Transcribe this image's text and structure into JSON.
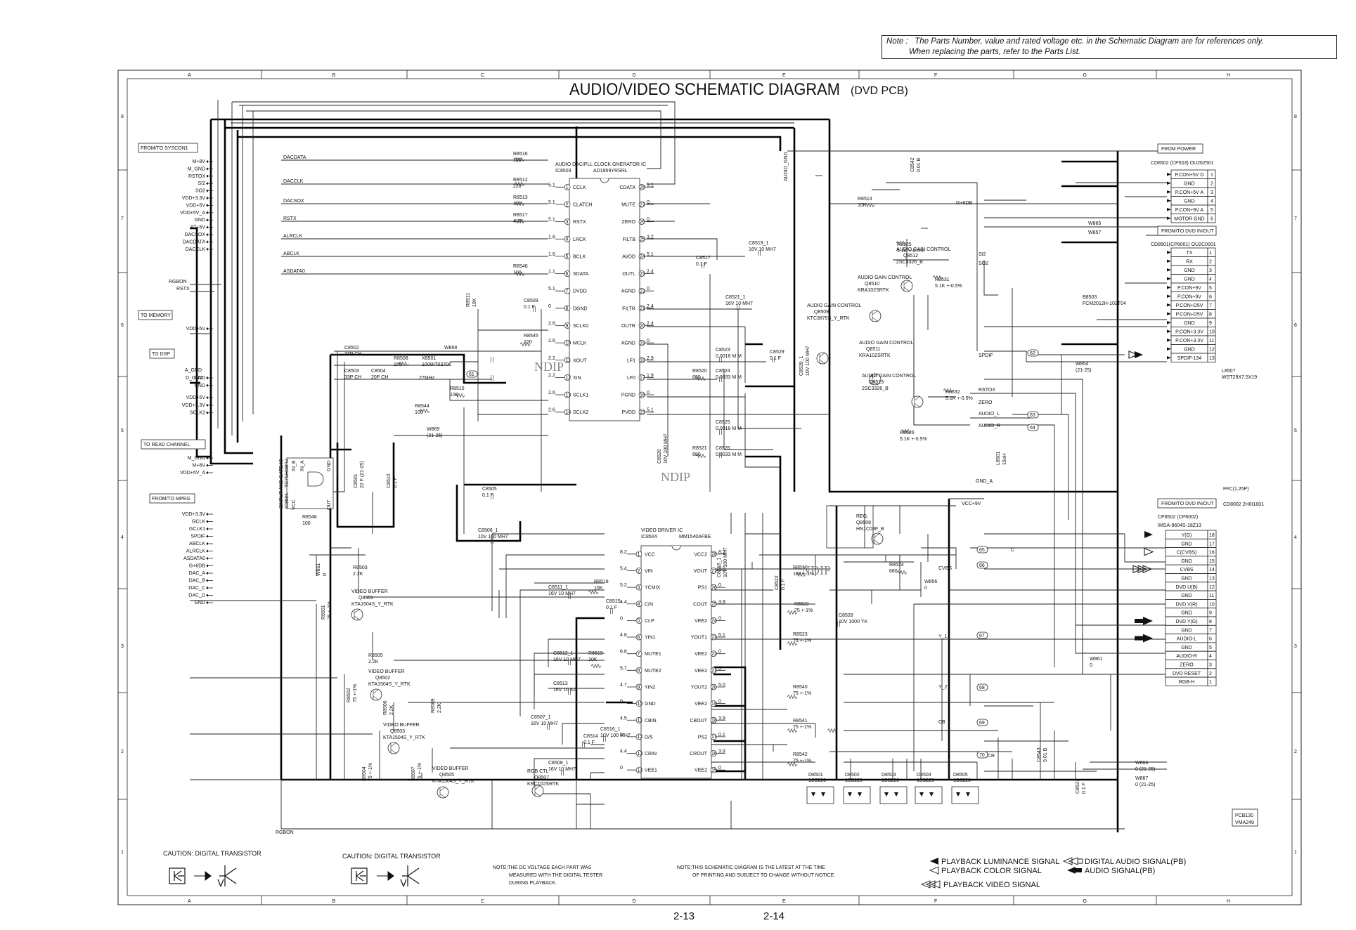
{
  "note": {
    "prefix": "Note :",
    "line1": "The Parts Number, value and rated voltage etc. in the Schematic Diagram are for references only.",
    "line2": "When replacing the parts, refer to the Parts List."
  },
  "title": {
    "main": "AUDIO/VIDEO SCHEMATIC DIAGRAM",
    "sub": "(DVD PCB)"
  },
  "grid": {
    "cols": [
      "A",
      "B",
      "C",
      "D",
      "E",
      "F",
      "G",
      "H"
    ],
    "rows": [
      "8",
      "7",
      "6",
      "5",
      "4",
      "3",
      "2",
      "1"
    ]
  },
  "connectors_left": [
    {
      "label": "FROM/TO SYSCON1",
      "pins": [
        "M+8V",
        "M_GND",
        "RSTOX",
        "SI2",
        "SO2",
        "VDD+3.3V",
        "VDD+5V",
        "VDD+5V_A",
        "GND",
        "AT+5V",
        "DACSOX",
        "DACDATA",
        "DACCLK"
      ]
    },
    {
      "label": "TO MEMORY",
      "pins": [
        "VDD+5V"
      ]
    },
    {
      "label": "TO DSP",
      "pins": [
        "GND",
        "GND",
        "VDD+5V",
        "VDD+3.3V",
        "SCLK2"
      ]
    },
    {
      "label": "TO READ CHANNEL",
      "pins": [
        "M_GND",
        "M+8V",
        "VDD+5V_A"
      ]
    },
    {
      "label": "FROM/TO MPEG",
      "pins": [
        "VDD+3.3V",
        "GCLK",
        "GCLK1",
        "SPDIF",
        "ABCLK",
        "ALRCLK",
        "ASDATA0",
        "G+6DB",
        "DAC_A",
        "DAC_B",
        "DAC_C",
        "DAC_D",
        "GND"
      ]
    }
  ],
  "misc_left": [
    "RGBON",
    "RSTX",
    "A_GND",
    "D_GND"
  ],
  "left_signals": [
    "DACDATA",
    "DACCLK",
    "DACSOX",
    "RSTX",
    "ALRCLK",
    "ABCLK",
    "ASDATA0"
  ],
  "ic_dac": {
    "title": "AUDIO DAC/PLL CLOCK GNERATOR IC",
    "ref": "IC8503",
    "part": "AD1959YRSRL",
    "left_pins": [
      {
        "n": "1",
        "name": "CCLK",
        "v": "5.1"
      },
      {
        "n": "2",
        "name": "CLATCH",
        "v": "5.1"
      },
      {
        "n": "3",
        "name": "RSTX",
        "v": "5.1"
      },
      {
        "n": "4",
        "name": "LRCK",
        "v": "1.6"
      },
      {
        "n": "5",
        "name": "BCLK",
        "v": "1.6"
      },
      {
        "n": "6",
        "name": "SDATA",
        "v": "1.1"
      },
      {
        "n": "7",
        "name": "DVDD",
        "v": "5.1"
      },
      {
        "n": "8",
        "name": "DGND",
        "v": "0"
      },
      {
        "n": "9",
        "name": "SCLK0",
        "v": "2.6"
      },
      {
        "n": "10",
        "name": "MCLK",
        "v": "2.6"
      },
      {
        "n": "11",
        "name": "XOUT",
        "v": "2.2"
      },
      {
        "n": "12",
        "name": "XIN",
        "v": "2.2"
      },
      {
        "n": "13",
        "name": "SCLK1",
        "v": "2.6"
      },
      {
        "n": "14",
        "name": "SCLK2",
        "v": "2.6"
      }
    ],
    "right_pins": [
      {
        "n": "28",
        "name": "CDATA",
        "v": "5.1"
      },
      {
        "n": "27",
        "name": "MUTE",
        "v": "0"
      },
      {
        "n": "26",
        "name": "ZERO",
        "v": "0"
      },
      {
        "n": "25",
        "name": "FILTB",
        "v": "3.2"
      },
      {
        "n": "24",
        "name": "AVDD",
        "v": "5.1"
      },
      {
        "n": "23",
        "name": "OUTL",
        "v": "2.4"
      },
      {
        "n": "22",
        "name": "AGND",
        "v": "0"
      },
      {
        "n": "21",
        "name": "FILTR",
        "v": "2.4"
      },
      {
        "n": "20",
        "name": "OUTR",
        "v": "2.4"
      },
      {
        "n": "19",
        "name": "AGND",
        "v": "0"
      },
      {
        "n": "18",
        "name": "LF1",
        "v": "2.9"
      },
      {
        "n": "17",
        "name": "LF0",
        "v": "1.9"
      },
      {
        "n": "16",
        "name": "PGND",
        "v": "0"
      },
      {
        "n": "15",
        "name": "PVDD",
        "v": "5.1"
      }
    ]
  },
  "ic_video": {
    "title": "VIDEO DRIVER IC",
    "ref": "IC8504",
    "part": "MM1540AFBE",
    "left_pins": [
      {
        "n": "1",
        "name": "VCC",
        "v": "8.2"
      },
      {
        "n": "2",
        "name": "VIN",
        "v": "5.4"
      },
      {
        "n": "3",
        "name": "YCMIX",
        "v": "5.2"
      },
      {
        "n": "4",
        "name": "CIN",
        "v": "4.4"
      },
      {
        "n": "5",
        "name": "CLP",
        "v": "0"
      },
      {
        "n": "6",
        "name": "YIN1",
        "v": "4.8"
      },
      {
        "n": "7",
        "name": "MUTE1",
        "v": "6.8"
      },
      {
        "n": "8",
        "name": "MUTE2",
        "v": "5.7"
      },
      {
        "n": "9",
        "name": "YIN2",
        "v": "4.7"
      },
      {
        "n": "10",
        "name": "GND",
        "v": "0"
      },
      {
        "n": "11",
        "name": "CBIN",
        "v": "4.5"
      },
      {
        "n": "12",
        "name": "D/S",
        "v": "0"
      },
      {
        "n": "13",
        "name": "CRIN",
        "v": "4.4"
      },
      {
        "n": "14",
        "name": "VEE1",
        "v": "0"
      }
    ],
    "right_pins": [
      {
        "n": "28",
        "name": "VCC2",
        "v": "8.2"
      },
      {
        "n": "27",
        "name": "VOUT",
        "v": "5.0"
      },
      {
        "n": "26",
        "name": "PS1",
        "v": "0"
      },
      {
        "n": "25",
        "name": "COUT",
        "v": "3.9"
      },
      {
        "n": "24",
        "name": "VEE2",
        "v": "0"
      },
      {
        "n": "23",
        "name": "YOUT1",
        "v": "5.1"
      },
      {
        "n": "22",
        "name": "VEE2",
        "v": "0"
      },
      {
        "n": "21",
        "name": "VEE2",
        "v": "0"
      },
      {
        "n": "20",
        "name": "YOUT2",
        "v": "5.0"
      },
      {
        "n": "19",
        "name": "VEE2",
        "v": "0"
      },
      {
        "n": "18",
        "name": "CBOUT",
        "v": "3.9"
      },
      {
        "n": "17",
        "name": "PS2",
        "v": "0.1"
      },
      {
        "n": "16",
        "name": "CROUT",
        "v": "3.9"
      },
      {
        "n": "15",
        "name": "VEE2",
        "v": "0"
      }
    ]
  },
  "power_conn": {
    "label": "FROM POWER",
    "part": "CD8502  (CP503) OU262501",
    "pins": [
      {
        "n": "1",
        "name": "P.CON+5V D"
      },
      {
        "n": "2",
        "name": "GND"
      },
      {
        "n": "3",
        "name": "P.CON+5V A"
      },
      {
        "n": "4",
        "name": "GND"
      },
      {
        "n": "5",
        "name": "P.CON+9V A"
      },
      {
        "n": "6",
        "name": "MOTOR GND"
      }
    ]
  },
  "dvd_conn1": {
    "label": "FROM/TO DVD IN/OUT",
    "part": "CD8501(CP8001) OU2C0001",
    "pins": [
      {
        "n": "1",
        "name": "TX"
      },
      {
        "n": "2",
        "name": "RX"
      },
      {
        "n": "3",
        "name": "GND"
      },
      {
        "n": "4",
        "name": "GND"
      },
      {
        "n": "5",
        "name": "P.CON+9V"
      },
      {
        "n": "6",
        "name": "P.CON+9V"
      },
      {
        "n": "7",
        "name": "P.CON+D5V"
      },
      {
        "n": "8",
        "name": "P.CON+D5V"
      },
      {
        "n": "9",
        "name": "GND"
      },
      {
        "n": "10",
        "name": "P.CON+3.3V"
      },
      {
        "n": "11",
        "name": "P.CON+3.3V"
      },
      {
        "n": "12",
        "name": "GND"
      },
      {
        "n": "13",
        "name": "SPDIF-134"
      }
    ]
  },
  "dvd_conn2": {
    "label": "FROM/TO DVD IN/OUT",
    "part1": "CP8502    (CP8002)",
    "part2": "IMSA-9604S-18Z13",
    "ffc": "FFC(1.25P)",
    "ffc_part": "CD8002   2H0I1801",
    "pins": [
      {
        "n": "18",
        "name": "Y(G)"
      },
      {
        "n": "17",
        "name": "GND"
      },
      {
        "n": "16",
        "name": "C(CVBS)"
      },
      {
        "n": "15",
        "name": "GND"
      },
      {
        "n": "14",
        "name": "CVBS"
      },
      {
        "n": "13",
        "name": "GND"
      },
      {
        "n": "12",
        "name": "DVD U(B)"
      },
      {
        "n": "11",
        "name": "GND"
      },
      {
        "n": "10",
        "name": "DVD V(R)"
      },
      {
        "n": "9",
        "name": "GND"
      },
      {
        "n": "8",
        "name": "DVD Y(G)"
      },
      {
        "n": "7",
        "name": "GND"
      },
      {
        "n": "6",
        "name": "AUDIO-L"
      },
      {
        "n": "5",
        "name": "GND"
      },
      {
        "n": "4",
        "name": "AUDIO-R"
      },
      {
        "n": "3",
        "name": "ZERO"
      },
      {
        "n": "2",
        "name": "DVD RESET"
      },
      {
        "n": "1",
        "name": "RGB-H"
      }
    ]
  },
  "components": [
    {
      "ref": "R8516",
      "val": "100"
    },
    {
      "ref": "R8512",
      "val": "220"
    },
    {
      "ref": "R8513",
      "val": "100"
    },
    {
      "ref": "R8517",
      "val": "4.7K"
    },
    {
      "ref": "R8546",
      "val": "100"
    },
    {
      "ref": "C8509",
      "val": "0.1  F"
    },
    {
      "ref": "R8545",
      "val": "100"
    },
    {
      "ref": "R8511",
      "val": "10K"
    },
    {
      "ref": "C8502",
      "val": "33P  CH"
    },
    {
      "ref": "C8503",
      "val": "33P  CH"
    },
    {
      "ref": "R8508",
      "val": "150"
    },
    {
      "ref": "C8504",
      "val": "20P  CH"
    },
    {
      "ref": "X8501",
      "val": "100WT02706"
    },
    {
      "ref": "X8501f",
      "val": "27MHz"
    },
    {
      "ref": "W858",
      "val": ""
    },
    {
      "ref": "R8515",
      "val": "100"
    },
    {
      "ref": "R8544",
      "val": "100"
    },
    {
      "ref": "W869",
      "val": "(21-25)"
    },
    {
      "ref": "C8517",
      "val": "0.1  F"
    },
    {
      "ref": "C8519_1",
      "val": "16V  10   MH7"
    },
    {
      "ref": "C8521_1",
      "val": "16V  10   MH7"
    },
    {
      "ref": "C8523",
      "val": "0.0018  M  M"
    },
    {
      "ref": "C8524",
      "val": "0.0033  M  M"
    },
    {
      "ref": "R8520",
      "val": "680"
    },
    {
      "ref": "C8529",
      "val": "0.1  F"
    },
    {
      "ref": "C8539_1",
      "val": "10V  100   MH7"
    },
    {
      "ref": "C8525",
      "val": "0.0018  M  M"
    },
    {
      "ref": "C8526",
      "val": "0.0033  M  M"
    },
    {
      "ref": "R8521",
      "val": "680"
    },
    {
      "ref": "C8520",
      "val": "10V  100   MH7"
    },
    {
      "ref": "R8514",
      "val": "10K"
    },
    {
      "ref": "C8542",
      "val": "0.01  B"
    },
    {
      "ref": "R8525",
      "val": "5.1K  +-0.5%"
    },
    {
      "ref": "R8531",
      "val": "5.1K  +-0.5%"
    },
    {
      "ref": "R8526",
      "val": "5.1K  +-0.5%"
    },
    {
      "ref": "R8532",
      "val": "5.1K +-0.5%"
    },
    {
      "ref": "C8505",
      "val": "0.1  F"
    },
    {
      "ref": "C8506_1",
      "val": "10V  100  MH7"
    },
    {
      "ref": "C8501",
      "val": "22  F  (21-25)"
    },
    {
      "ref": "C8510",
      "val": "0.1  F"
    },
    {
      "ref": "R8548",
      "val": "100"
    },
    {
      "ref": "W865",
      "val": ""
    },
    {
      "ref": "W857",
      "val": ""
    },
    {
      "ref": "B8503",
      "val": "FCM2012H-102T04"
    },
    {
      "ref": "W854",
      "val": "(21-25)"
    },
    {
      "ref": "L8507",
      "val": "WST29X7.5X19"
    },
    {
      "ref": "L8501",
      "val": "15uH"
    },
    {
      "ref": "R8503",
      "val": "2.2K"
    },
    {
      "ref": "R8501",
      "val": "75  +-1%"
    },
    {
      "ref": "W851",
      "val": "0"
    },
    {
      "ref": "R8505",
      "val": "2.2K"
    },
    {
      "ref": "R8502",
      "val": "75  +-1%"
    },
    {
      "ref": "R8506",
      "val": "2.2K"
    },
    {
      "ref": "R8509",
      "val": "2.2K"
    },
    {
      "ref": "R8504",
      "val": "75  +-1%"
    },
    {
      "ref": "R8507",
      "val": "75  +-1%"
    },
    {
      "ref": "C8511_1",
      "val": "16V  10   MH7"
    },
    {
      "ref": "R8518",
      "val": "10K"
    },
    {
      "ref": "C8515",
      "val": "0.1  F"
    },
    {
      "ref": "C8512_1",
      "val": "16V  10   MH7"
    },
    {
      "ref": "R8519",
      "val": "10K"
    },
    {
      "ref": "C8513",
      "val": "16V  10   KA"
    },
    {
      "ref": "C8507_1",
      "val": "16V  10   MH7"
    },
    {
      "ref": "C8516_1",
      "val": "10V  100  MH7"
    },
    {
      "ref": "C8514",
      "val": "0.1  F"
    },
    {
      "ref": "C8508_1",
      "val": "16V  10   MH7"
    },
    {
      "ref": "C8518_1",
      "val": "10V  100  MH7"
    },
    {
      "ref": "C8522",
      "val": "0.1  F"
    },
    {
      "ref": "R8510",
      "val": "150  +-1%"
    },
    {
      "ref": "R8524",
      "val": "680"
    },
    {
      "ref": "W856",
      "val": "0"
    },
    {
      "ref": "R8522",
      "val": "75  +-1%"
    },
    {
      "ref": "C8528",
      "val": "10V  1000  YK"
    },
    {
      "ref": "R8523",
      "val": "75  +-1%"
    },
    {
      "ref": "R8540",
      "val": "75  +-1%"
    },
    {
      "ref": "R8541",
      "val": "75  +-1%"
    },
    {
      "ref": "R8542",
      "val": "75  +-1%"
    },
    {
      "ref": "W861",
      "val": "0"
    },
    {
      "ref": "C8543",
      "val": "0.01  B"
    },
    {
      "ref": "C8537",
      "val": "0.1  F"
    },
    {
      "ref": "W866",
      "val": "0  (21-25)"
    },
    {
      "ref": "W867",
      "val": "0  (21-25)"
    }
  ],
  "transistors": [
    {
      "ref": "Q8512",
      "label": "AUDIO GAIN CONTROL",
      "part": "2SC3326_B"
    },
    {
      "ref": "Q8510",
      "label": "AUDIO GAIN CONTROL",
      "part": "KRA102SRTK"
    },
    {
      "ref": "Q8509",
      "label": "AUDIO GAIN CONTROL",
      "part": "KTC3875S_Y_RTK"
    },
    {
      "ref": "Q8511",
      "label": "AUDIO GAIN CONTROL",
      "part": "KRA102SRTK"
    },
    {
      "ref": "Q8513",
      "label": "AUDIO GAIN CONTROL",
      "part": "2SC3326_B"
    },
    {
      "ref": "Q8501",
      "label": "VIDEO BUFFER",
      "part": "KTA1504S_Y_RTK"
    },
    {
      "ref": "Q8502",
      "label": "VIDEO BUFFER",
      "part": "KTA1504S_Y_RTK"
    },
    {
      "ref": "Q8503",
      "label": "VIDEO BUFFER",
      "part": "KTA1504S_Y_RTK"
    },
    {
      "ref": "Q8505",
      "label": "VIDEO BUFFER",
      "part": "KTA1504S_Y_RTK"
    },
    {
      "ref": "Q8507",
      "label": "RGB CTL",
      "part": "KRC102SRTK"
    },
    {
      "ref": "Q8508",
      "label": "REG.",
      "part": "HN1C03F_B"
    }
  ],
  "gate_ic": {
    "title": "2INPUT AND GATE IC",
    "ref": "IC8501",
    "part": "TC7SH08FU",
    "pins": [
      "IN_B",
      "IN_A",
      "GND",
      "OUT",
      "VCC"
    ]
  },
  "diodes": [
    {
      "ref": "D8501",
      "part": "1SS226"
    },
    {
      "ref": "D8502",
      "part": "1SS226"
    },
    {
      "ref": "D8503",
      "part": "1SS226"
    },
    {
      "ref": "D8504",
      "part": "1SS226"
    },
    {
      "ref": "D8505",
      "part": "1SS226"
    }
  ],
  "nets": [
    "G+6DB",
    "SI2",
    "SO2",
    "SPDIF",
    "RSTOX",
    "ZERO",
    "AUDIO_L",
    "AUDIO_R",
    "GND_A",
    "VCC+9V",
    "C",
    "CVBS",
    "Y_1",
    "Y_2",
    "CB",
    "CR",
    "RGBON",
    "AUDIO_GND"
  ],
  "markers": [
    "61",
    "62",
    "63",
    "64",
    "65",
    "66",
    "67",
    "68",
    "69",
    "70"
  ],
  "watermark": "NDIP",
  "pcb": {
    "line1": "PCB130",
    "line2": "VMA249"
  },
  "caution1": "CAUTION: DIGITAL TRANSISTOR",
  "caution2": "CAUTION: DIGITAL TRANSISTOR",
  "note_dc": {
    "l1": "NOTE:THE DC VOLTAGE EACH PART WAS",
    "l2": "MEASURED WITH THE DIGITAL TESTER",
    "l3": "DURING PLAYBACK."
  },
  "note_latest": {
    "l1": "NOTE:THIS SCHEMATIC DIAGRAM IS THE LATEST AT THE TIME",
    "l2": "OF PRINTING AND SUBJECT TO CHANGE WITHOUT NOTICE."
  },
  "legend": [
    {
      "icon": "solid-arrow",
      "label": "PLAYBACK LUMINANCE SIGNAL"
    },
    {
      "icon": "double-outline-arrow",
      "label": "DIGITAL AUDIO SIGNAL(PB)"
    },
    {
      "icon": "outline-arrow",
      "label": "PLAYBACK COLOR SIGNAL"
    },
    {
      "icon": "bold-arrow",
      "label": "AUDIO SIGNAL(PB)"
    },
    {
      "icon": "triple-outline-arrow",
      "label": "PLAYBACK VIDEO SIGNAL"
    }
  ],
  "pages": [
    "2-13",
    "2-14"
  ]
}
